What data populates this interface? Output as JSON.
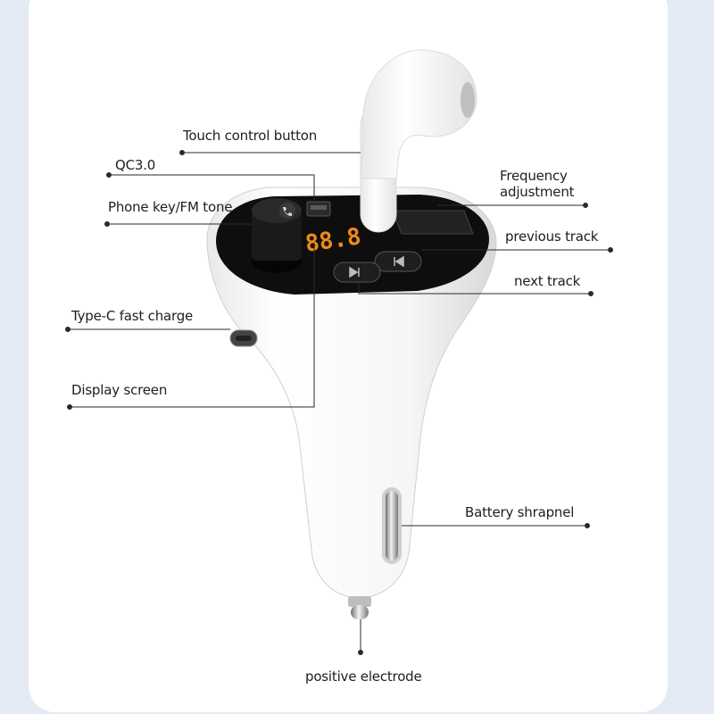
{
  "labels": {
    "touch_control": "Touch control button",
    "qc": "QC3.0",
    "phone_key": "Phone key/FM tone",
    "type_c": "Type-C fast charge",
    "display": "Display screen",
    "freq_line1": "Frequency",
    "freq_line2": "adjustment",
    "previous": "previous track",
    "next": "next track",
    "battery": "Battery shrapnel",
    "positive": "positive electrode"
  },
  "colors": {
    "background": "#e4ebf4",
    "card": "#ffffff",
    "leader": "#2a2a2a",
    "display_digits": "#f08a1a"
  },
  "device": {
    "display_digits": "88.8"
  }
}
